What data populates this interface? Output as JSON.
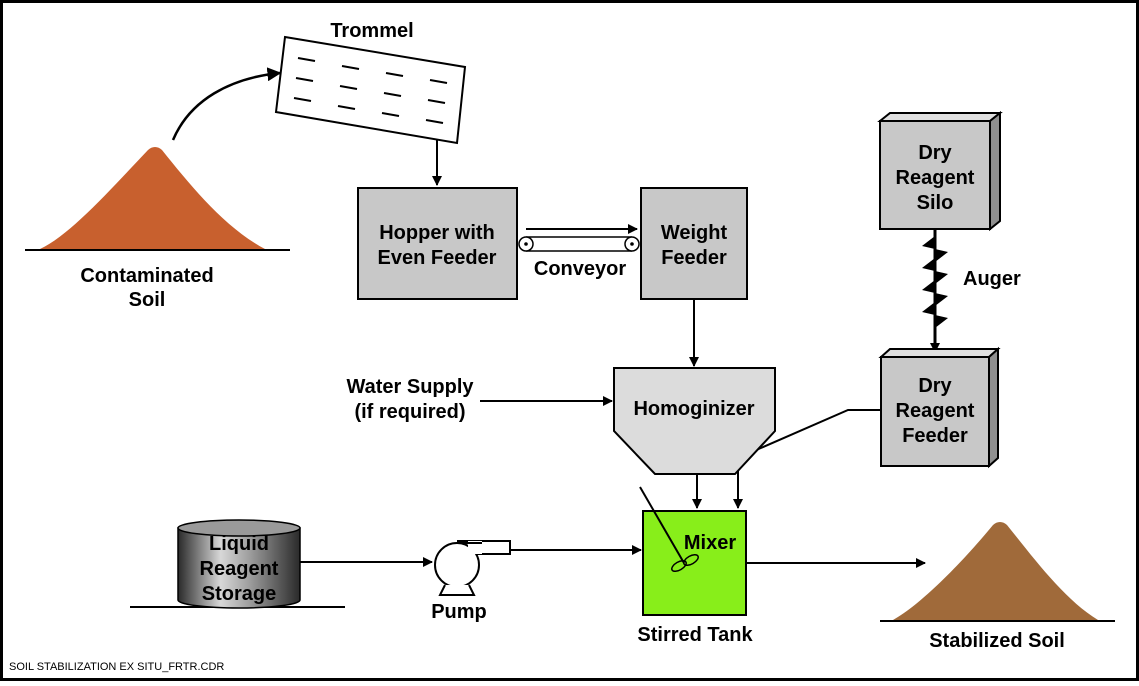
{
  "diagram": {
    "labels": {
      "trommel": "Trommel",
      "contaminated_soil": [
        "Contaminated",
        "Soil"
      ],
      "hopper": [
        "Hopper with",
        "Even Feeder"
      ],
      "conveyor": "Conveyor",
      "weight_feeder": [
        "Weight",
        "Feeder"
      ],
      "dry_reagent_silo": [
        "Dry",
        "Reagent",
        "Silo"
      ],
      "auger": "Auger",
      "dry_reagent_feeder": [
        "Dry",
        "Reagent",
        "Feeder"
      ],
      "water_supply": [
        "Water Supply",
        "(if required)"
      ],
      "homogenizer": "Homoginizer",
      "liquid_reagent_storage": [
        "Liquid",
        "Reagent",
        "Storage"
      ],
      "pump": "Pump",
      "mixer": "Mixer",
      "stirred_tank": "Stirred Tank",
      "stabilized_soil": "Stabilized Soil"
    },
    "footer": "SOIL STABILIZATION EX SITU_FRTR.CDR",
    "colors": {
      "contaminated_soil": "#c8602e",
      "stabilized_soil": "#a06a3a",
      "equipment_box": "#c8c8c8",
      "homogenizer": "#dcdcdc",
      "mixer_tank": "#88ee1a",
      "line": "#000000"
    }
  }
}
